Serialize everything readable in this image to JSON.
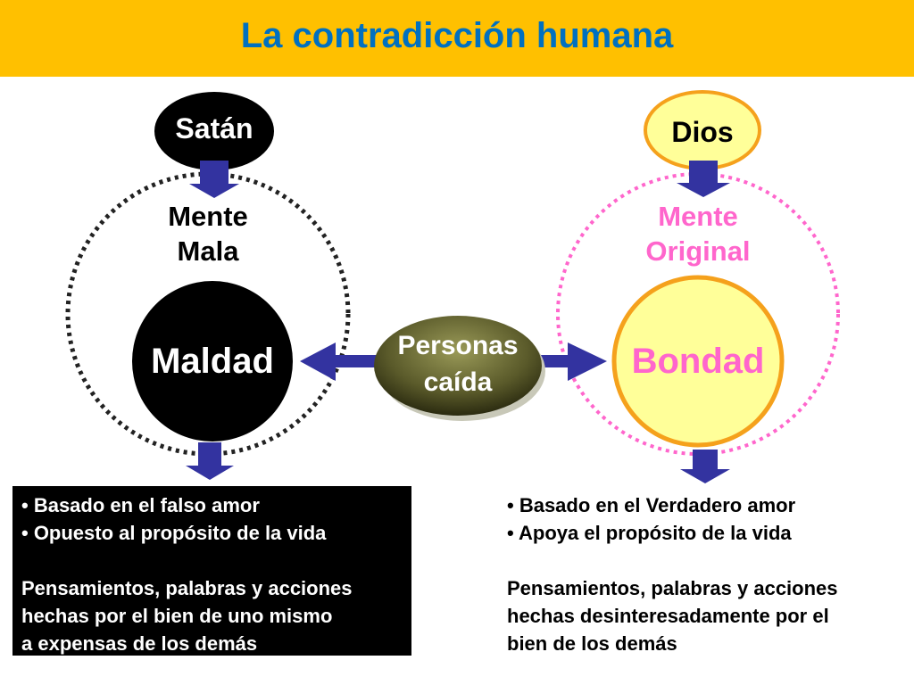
{
  "title": "La contradicción humana",
  "left": {
    "source": "Satán",
    "mind": [
      "Mente",
      "Mala"
    ],
    "center": "Maldad",
    "bullets": [
      "• Basado en el falso amor",
      "• Opuesto al propósito de la vida"
    ],
    "text": [
      "Pensamientos, palabras y acciones",
      "hechas por el bien de uno mismo",
      "a expensas de los demás"
    ]
  },
  "right": {
    "source": "Dios",
    "mind": [
      "Mente",
      "Original"
    ],
    "center": "Bondad",
    "bullets": [
      "• Basado en el Verdadero amor",
      "• Apoya el propósito de la vida"
    ],
    "text": [
      "Pensamientos, palabras y acciones",
      "hechas desinteresadamente por el",
      "bien de los demás"
    ]
  },
  "middle": [
    "Personas",
    "caída"
  ],
  "colors": {
    "title_bar": "#ffc000",
    "title_text": "#0070c0",
    "arrow": "#3333a0",
    "good_fill": "#ffff99",
    "good_stroke": "#f5a11c",
    "good_text": "#ff66cc",
    "evil_fill": "#000000"
  }
}
